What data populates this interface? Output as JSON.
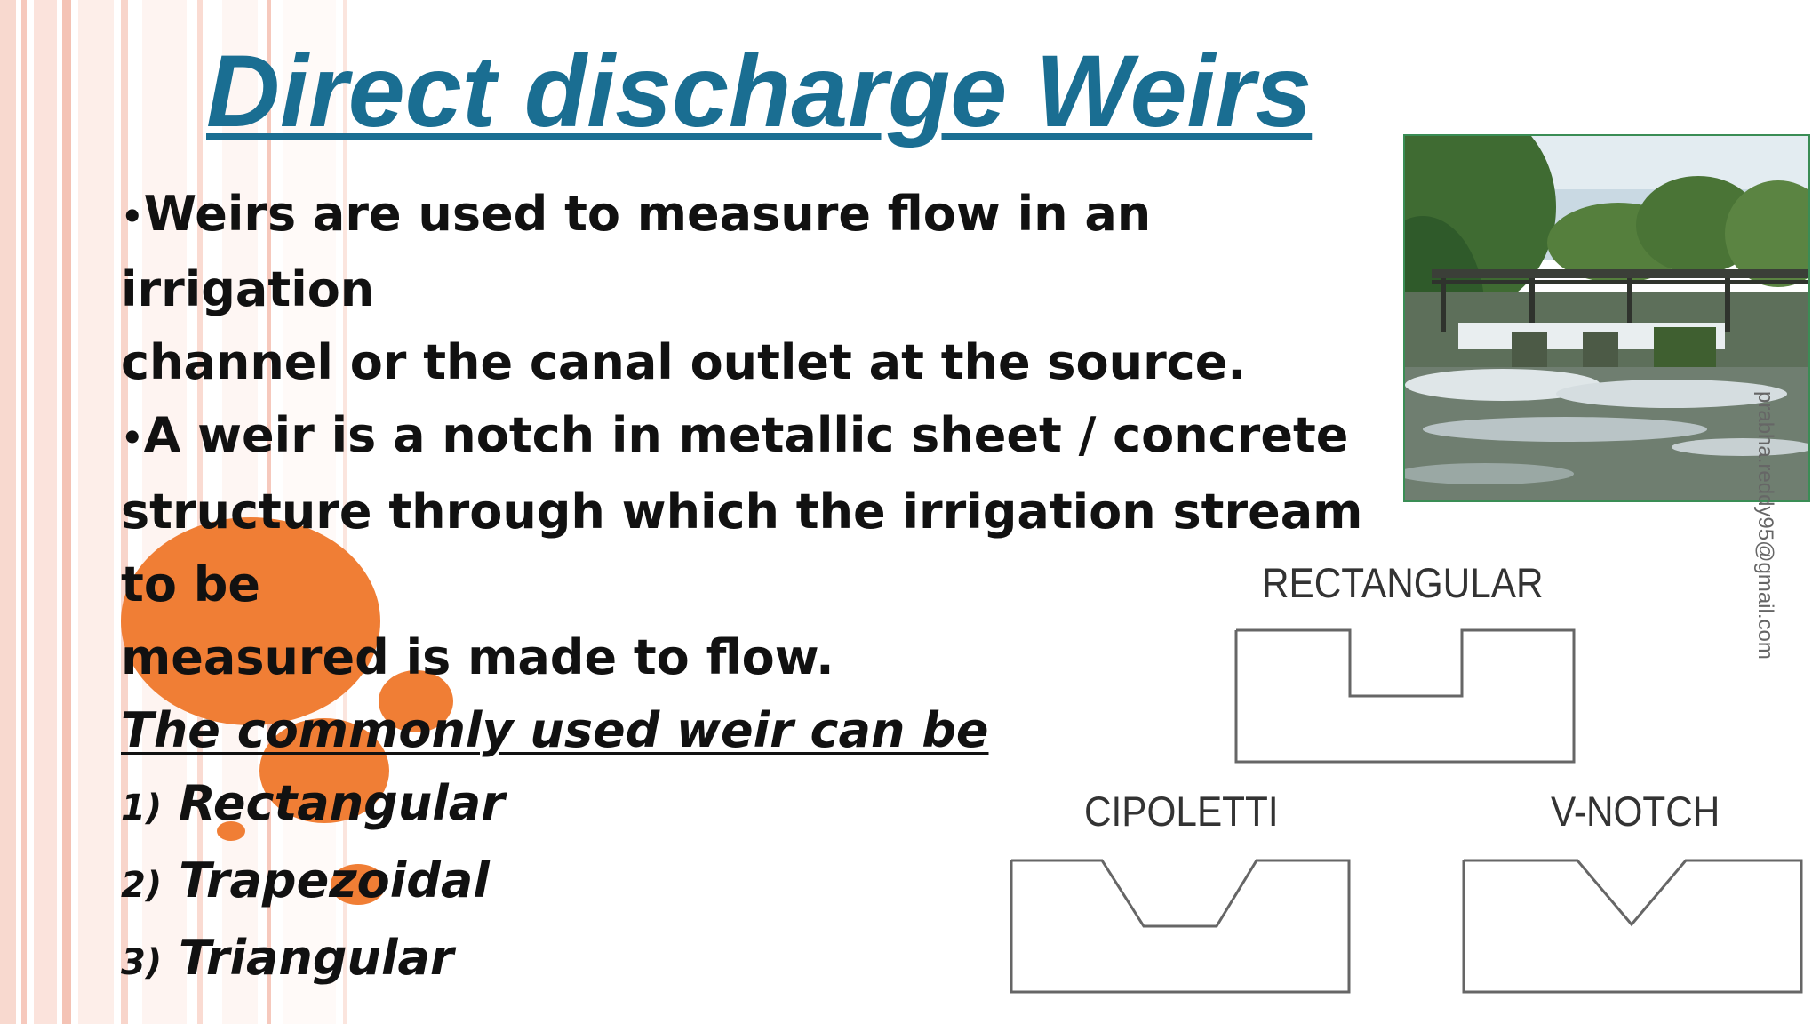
{
  "slide": {
    "title": "Direct discharge Weirs",
    "paragraphs": [
      {
        "bullet": "•",
        "text_line1": "Weirs are used to measure flow in an irrigation",
        "text_line2": "channel or the canal outlet at the source."
      },
      {
        "bullet": "•",
        "text_line1": "A weir is a notch in metallic sheet / concrete",
        "text_line2": "structure through which the irrigation stream to be",
        "text_line3": "measured is made to flow."
      }
    ],
    "subheading": "The commonly used weir can be",
    "list": [
      {
        "number": "1)",
        "label": "Rectangular"
      },
      {
        "number": "2)",
        "label": "Trapezoidal"
      },
      {
        "number": "3)",
        "label": "Triangular"
      }
    ],
    "watermark": "prabha.reddy95@gmail.com",
    "diagram_labels": {
      "rectangular": "RECTANGULAR",
      "cipoletti": "CIPOLETTI",
      "v_notch": "V-NOTCH"
    }
  },
  "colors": {
    "title": "#1a6e92",
    "accent_orange": "#f07e35",
    "stripe_pink": "#f6c9bd",
    "text": "#111111",
    "photo_border": "#3a8d55"
  },
  "icons": [
    "weir-photo",
    "rectangular-weir-diagram",
    "cipoletti-weir-diagram",
    "v-notch-weir-diagram"
  ]
}
